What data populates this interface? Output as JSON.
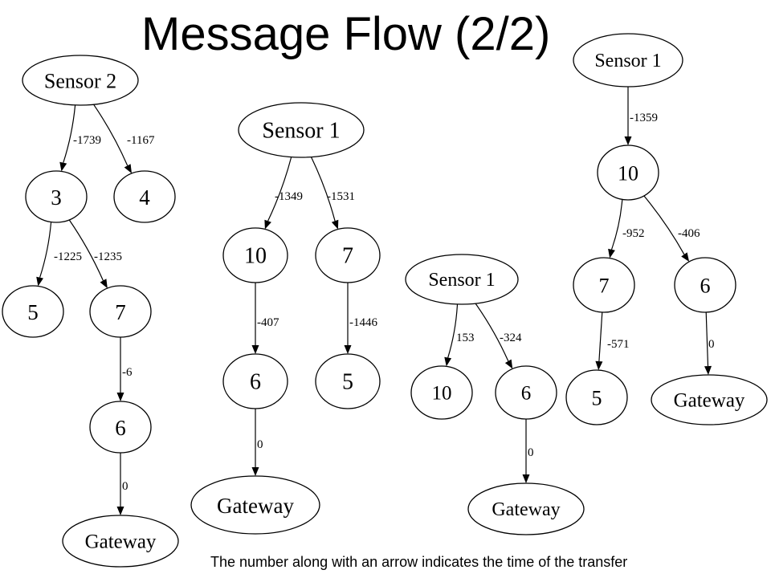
{
  "title": "Message Flow (2/2)",
  "caption": "The number along with an arrow indicates the time of the transfer",
  "graphs": [
    {
      "name": "graph-a",
      "nodes": [
        {
          "id": "a_s2",
          "label": "Sensor 2"
        },
        {
          "id": "a_3",
          "label": "3"
        },
        {
          "id": "a_4",
          "label": "4"
        },
        {
          "id": "a_5",
          "label": "5"
        },
        {
          "id": "a_7",
          "label": "7"
        },
        {
          "id": "a_6",
          "label": "6"
        },
        {
          "id": "a_gw",
          "label": "Gateway"
        }
      ],
      "edges": [
        {
          "from": "a_s2",
          "to": "a_3",
          "label": "-1739"
        },
        {
          "from": "a_s2",
          "to": "a_4",
          "label": "-1167"
        },
        {
          "from": "a_3",
          "to": "a_5",
          "label": "-1225"
        },
        {
          "from": "a_3",
          "to": "a_7",
          "label": "-1235"
        },
        {
          "from": "a_7",
          "to": "a_6",
          "label": "-6"
        },
        {
          "from": "a_6",
          "to": "a_gw",
          "label": "0"
        }
      ]
    },
    {
      "name": "graph-b",
      "nodes": [
        {
          "id": "b_s1",
          "label": "Sensor 1"
        },
        {
          "id": "b_10",
          "label": "10"
        },
        {
          "id": "b_7",
          "label": "7"
        },
        {
          "id": "b_6",
          "label": "6"
        },
        {
          "id": "b_5",
          "label": "5"
        },
        {
          "id": "b_gw",
          "label": "Gateway"
        }
      ],
      "edges": [
        {
          "from": "b_s1",
          "to": "b_10",
          "label": "-1349"
        },
        {
          "from": "b_s1",
          "to": "b_7",
          "label": "-1531"
        },
        {
          "from": "b_10",
          "to": "b_6",
          "label": "-407"
        },
        {
          "from": "b_7",
          "to": "b_5",
          "label": "-1446"
        },
        {
          "from": "b_6",
          "to": "b_gw",
          "label": "0"
        }
      ]
    },
    {
      "name": "graph-c",
      "nodes": [
        {
          "id": "c_s1",
          "label": "Sensor 1"
        },
        {
          "id": "c_10",
          "label": "10"
        },
        {
          "id": "c_6",
          "label": "6"
        },
        {
          "id": "c_gw",
          "label": "Gateway"
        }
      ],
      "edges": [
        {
          "from": "c_s1",
          "to": "c_10",
          "label": "153"
        },
        {
          "from": "c_s1",
          "to": "c_6",
          "label": "-324"
        },
        {
          "from": "c_6",
          "to": "c_gw",
          "label": "0"
        }
      ]
    },
    {
      "name": "graph-d",
      "nodes": [
        {
          "id": "d_s1",
          "label": "Sensor 1"
        },
        {
          "id": "d_10",
          "label": "10"
        },
        {
          "id": "d_7",
          "label": "7"
        },
        {
          "id": "d_6",
          "label": "6"
        },
        {
          "id": "d_5",
          "label": "5"
        },
        {
          "id": "d_gw",
          "label": "Gateway"
        }
      ],
      "edges": [
        {
          "from": "d_s1",
          "to": "d_10",
          "label": "-1359"
        },
        {
          "from": "d_10",
          "to": "d_7",
          "label": "-952"
        },
        {
          "from": "d_10",
          "to": "d_6",
          "label": "-406"
        },
        {
          "from": "d_7",
          "to": "d_5",
          "label": "-571"
        },
        {
          "from": "d_6",
          "to": "d_gw",
          "label": "0"
        }
      ]
    }
  ]
}
